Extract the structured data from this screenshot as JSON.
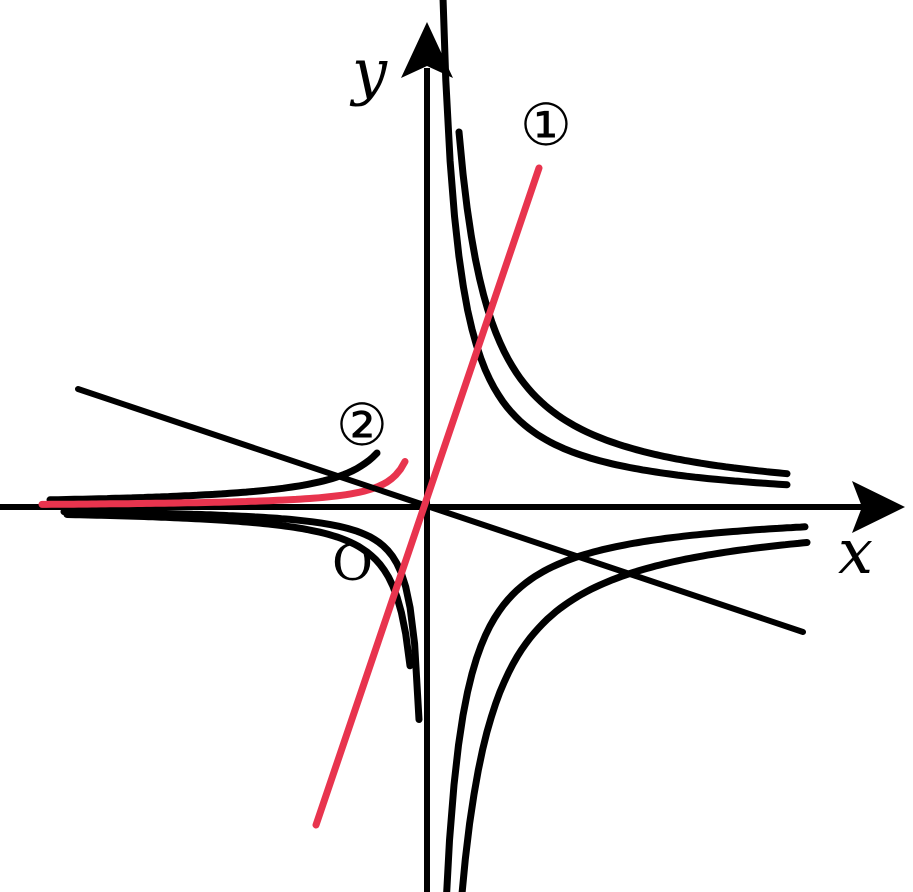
{
  "axes": {
    "x_label": "x",
    "y_label": "y",
    "origin_label": "O"
  },
  "lines": {
    "line_1_label": "①",
    "curve_2_label": "②"
  },
  "colors": {
    "black": "#000000",
    "accent": "#e8344e"
  }
}
